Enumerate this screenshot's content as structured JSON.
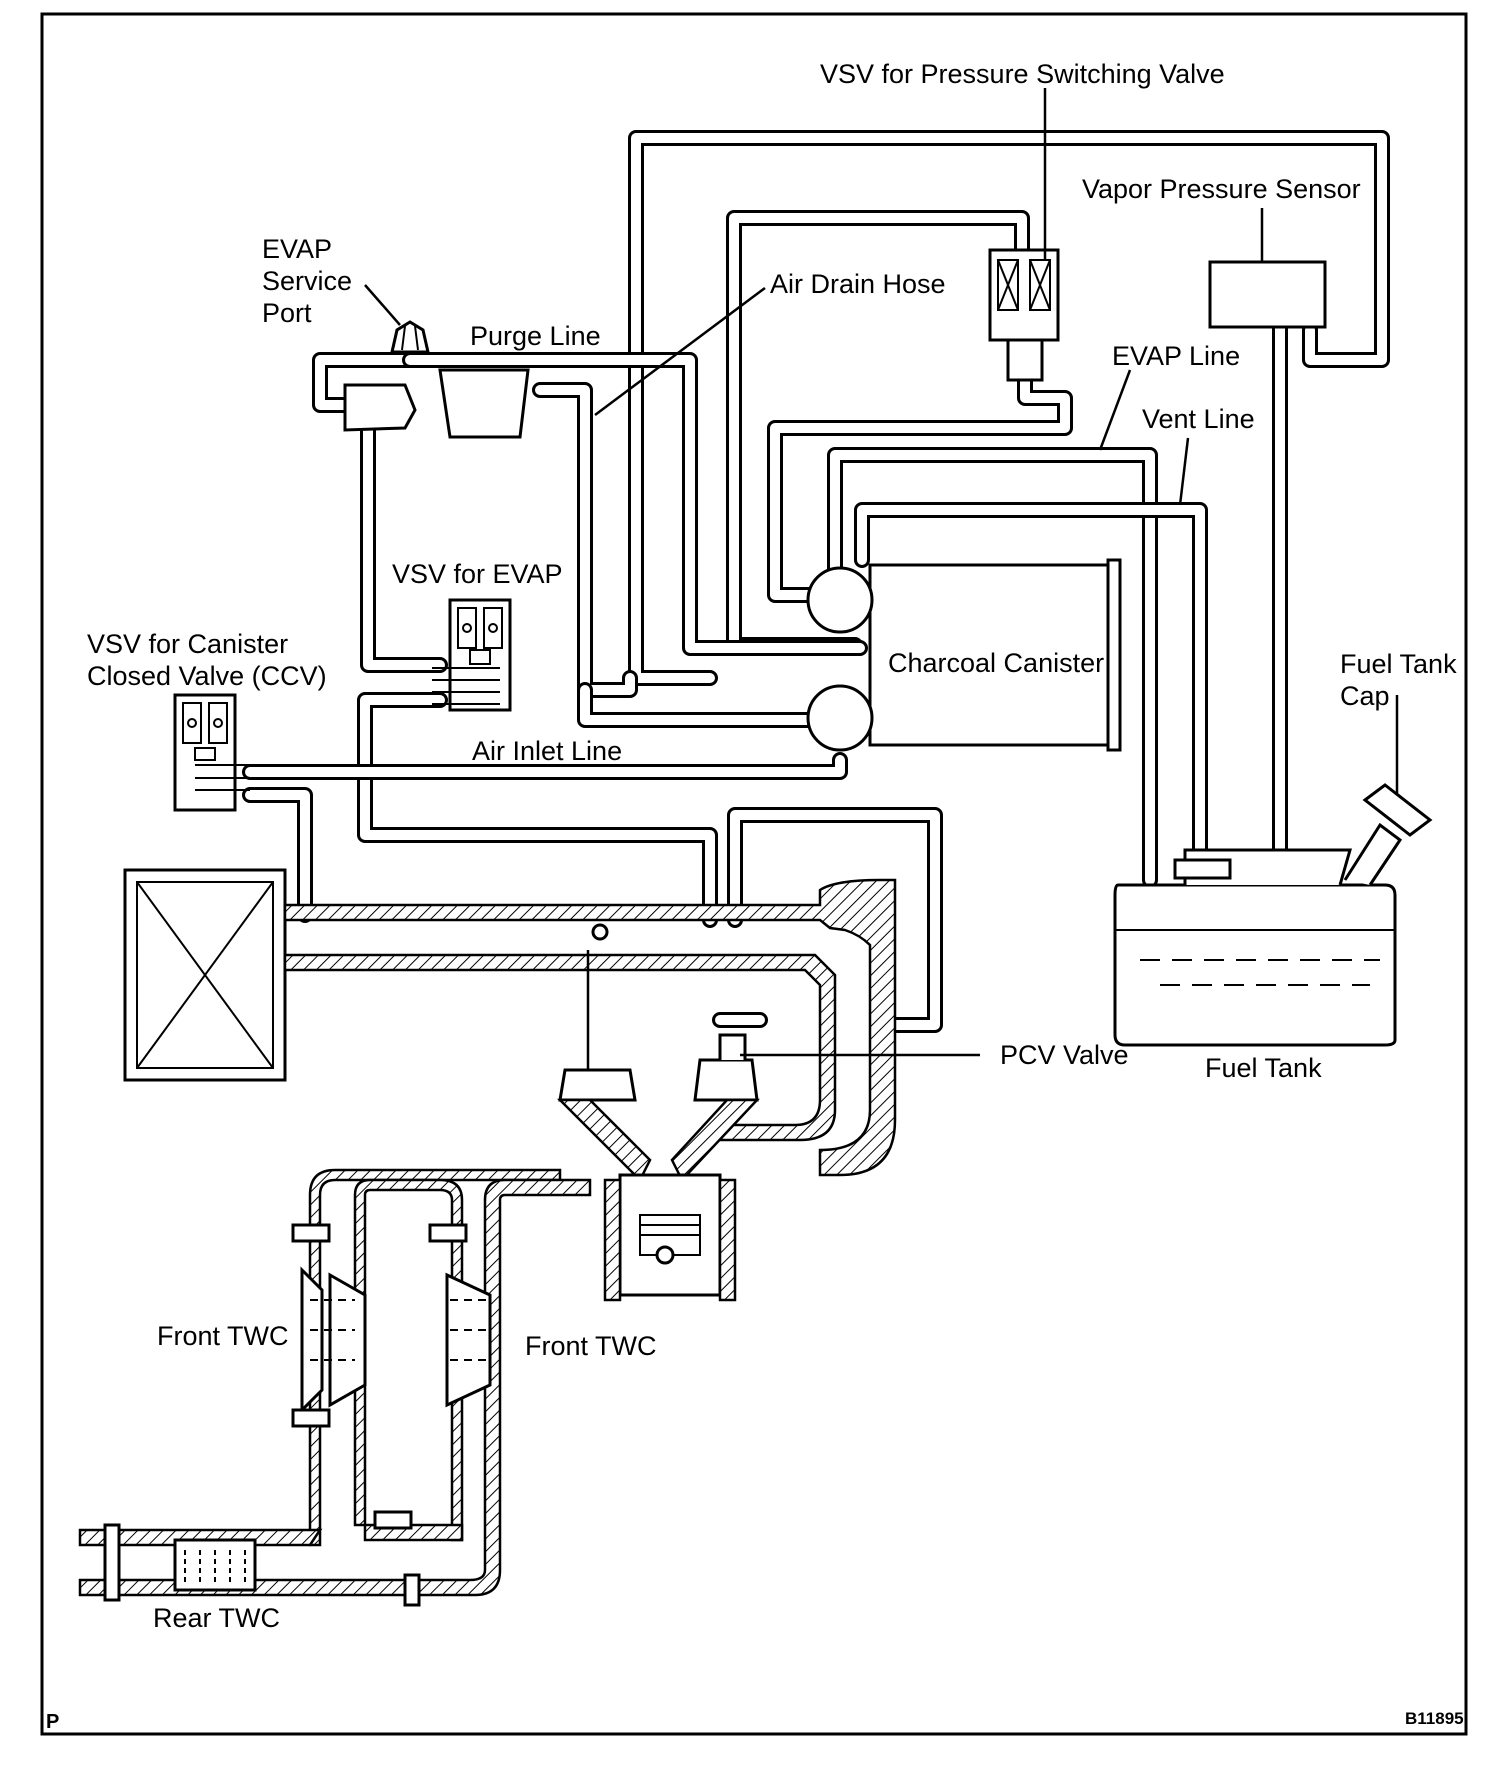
{
  "labels": {
    "vsv_pressure_switching": "VSV for Pressure Switching Valve",
    "vapor_pressure_sensor": "Vapor Pressure Sensor",
    "evap_service_port_1": "EVAP",
    "evap_service_port_2": "Service",
    "evap_service_port_3": "Port",
    "air_drain_hose": "Air Drain Hose",
    "purge_line": "Purge Line",
    "evap_line": "EVAP Line",
    "vent_line": "Vent Line",
    "vsv_evap": "VSV for EVAP",
    "vsv_ccv_1": "VSV for Canister",
    "vsv_ccv_2": "Closed Valve (CCV)",
    "charcoal_canister": "Charcoal Canister",
    "fuel_tank_cap_1": "Fuel Tank",
    "fuel_tank_cap_2": "Cap",
    "air_inlet_line": "Air Inlet Line",
    "pcv_valve": "PCV Valve",
    "fuel_tank": "Fuel Tank",
    "front_twc_left": "Front TWC",
    "front_twc_right": "Front TWC",
    "rear_twc": "Rear TWC"
  },
  "corner": {
    "left": "P",
    "right": "B11895"
  }
}
